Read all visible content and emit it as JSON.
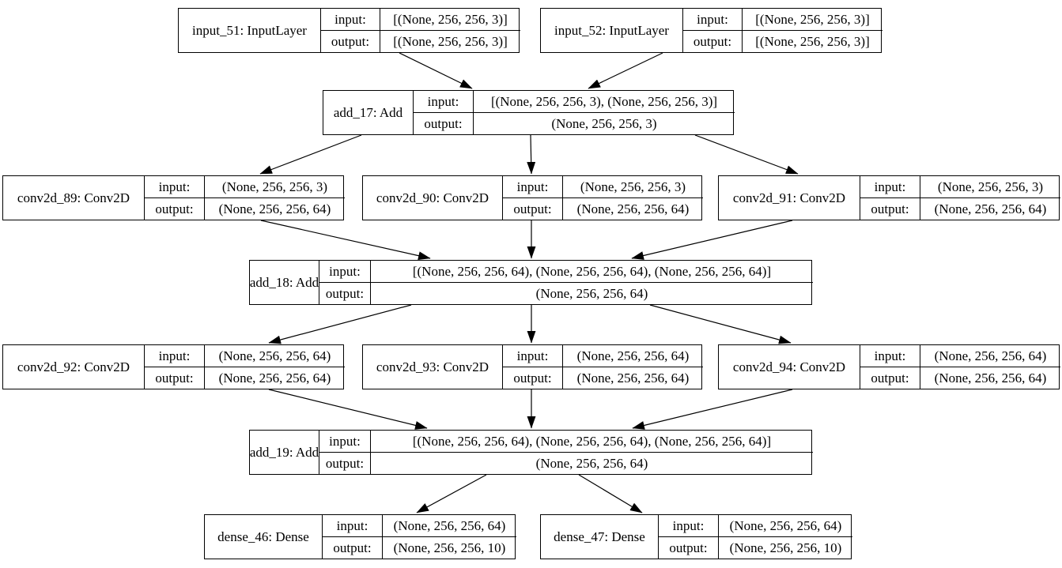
{
  "diagram": {
    "type": "keras-model-architecture",
    "colors": {
      "border": "#000000",
      "background": "#ffffff",
      "text": "#000000",
      "edge": "#000000"
    },
    "labels": {
      "input": "input:",
      "output": "output:"
    },
    "nodes": [
      {
        "id": "input_51",
        "title": "input_51: InputLayer",
        "input": "[(None, 256, 256, 3)]",
        "output": "[(None, 256, 256, 3)]"
      },
      {
        "id": "input_52",
        "title": "input_52: InputLayer",
        "input": "[(None, 256, 256, 3)]",
        "output": "[(None, 256, 256, 3)]"
      },
      {
        "id": "add_17",
        "title": "add_17: Add",
        "input": "[(None, 256, 256, 3), (None, 256, 256, 3)]",
        "output": "(None, 256, 256, 3)"
      },
      {
        "id": "conv2d_89",
        "title": "conv2d_89: Conv2D",
        "input": "(None, 256, 256, 3)",
        "output": "(None, 256, 256, 64)"
      },
      {
        "id": "conv2d_90",
        "title": "conv2d_90: Conv2D",
        "input": "(None, 256, 256, 3)",
        "output": "(None, 256, 256, 64)"
      },
      {
        "id": "conv2d_91",
        "title": "conv2d_91: Conv2D",
        "input": "(None, 256, 256, 3)",
        "output": "(None, 256, 256, 64)"
      },
      {
        "id": "add_18",
        "title": "add_18: Add",
        "input": "[(None, 256, 256, 64), (None, 256, 256, 64), (None, 256, 256, 64)]",
        "output": "(None, 256, 256, 64)"
      },
      {
        "id": "conv2d_92",
        "title": "conv2d_92: Conv2D",
        "input": "(None, 256, 256, 64)",
        "output": "(None, 256, 256, 64)"
      },
      {
        "id": "conv2d_93",
        "title": "conv2d_93: Conv2D",
        "input": "(None, 256, 256, 64)",
        "output": "(None, 256, 256, 64)"
      },
      {
        "id": "conv2d_94",
        "title": "conv2d_94: Conv2D",
        "input": "(None, 256, 256, 64)",
        "output": "(None, 256, 256, 64)"
      },
      {
        "id": "add_19",
        "title": "add_19: Add",
        "input": "[(None, 256, 256, 64), (None, 256, 256, 64), (None, 256, 256, 64)]",
        "output": "(None, 256, 256, 64)"
      },
      {
        "id": "dense_46",
        "title": "dense_46: Dense",
        "input": "(None, 256, 256, 64)",
        "output": "(None, 256, 256, 10)"
      },
      {
        "id": "dense_47",
        "title": "dense_47: Dense",
        "input": "(None, 256, 256, 64)",
        "output": "(None, 256, 256, 10)"
      }
    ],
    "edges": [
      {
        "from": "input_51",
        "to": "add_17"
      },
      {
        "from": "input_52",
        "to": "add_17"
      },
      {
        "from": "add_17",
        "to": "conv2d_89"
      },
      {
        "from": "add_17",
        "to": "conv2d_90"
      },
      {
        "from": "add_17",
        "to": "conv2d_91"
      },
      {
        "from": "conv2d_89",
        "to": "add_18"
      },
      {
        "from": "conv2d_90",
        "to": "add_18"
      },
      {
        "from": "conv2d_91",
        "to": "add_18"
      },
      {
        "from": "add_18",
        "to": "conv2d_92"
      },
      {
        "from": "add_18",
        "to": "conv2d_93"
      },
      {
        "from": "add_18",
        "to": "conv2d_94"
      },
      {
        "from": "conv2d_92",
        "to": "add_19"
      },
      {
        "from": "conv2d_93",
        "to": "add_19"
      },
      {
        "from": "conv2d_94",
        "to": "add_19"
      },
      {
        "from": "add_19",
        "to": "dense_46"
      },
      {
        "from": "add_19",
        "to": "dense_47"
      }
    ]
  }
}
